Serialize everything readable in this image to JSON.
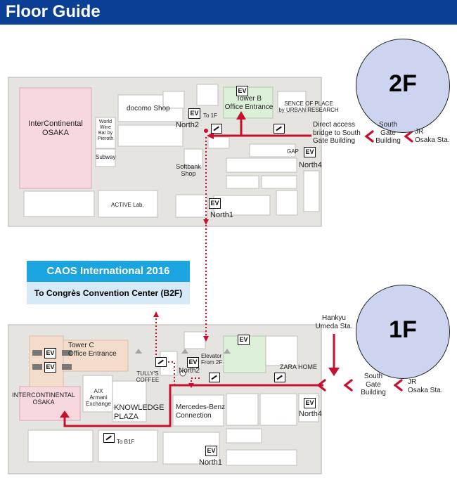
{
  "title": "Floor Guide",
  "floor_2f": "2F",
  "floor_1f": "1F",
  "ev": "EV",
  "banner": {
    "title": "CAOS International 2016",
    "subtitle": "To Congrès Convention Center (B2F)"
  },
  "labels_2f": {
    "intercontinental": "InterContinental\nOSAKA",
    "world_wine_bar": "World\nWine\nBar by\nPieroth",
    "subway": "Subway",
    "docomo": "docomo Shop",
    "softbank": "Softbank\nShop",
    "active_lab": "ACTIVE Lab.",
    "tower_b": "Tower B\nOffice Entrance",
    "to_1f": "To 1F",
    "north2": "North2",
    "north1": "North1",
    "north4": "North4",
    "gap": "GAP",
    "sence": "SENCE OF PLACE\nby URBAN RESEARCH",
    "direct_access": "Direct access\nbridge to South\nGate Building",
    "south_gate": "South\nGate\nBuilding",
    "jr": "JR\nOsaka Sta."
  },
  "labels_1f": {
    "tower_c": "Tower C\nOffice Entrance",
    "tullys": "TULLY'S\nCOFFEE",
    "elevator_from_2f": "Elevator\nFrom 2F",
    "north2": "North2",
    "north4": "North4",
    "north1": "North1",
    "zara_home": "ZARA HOME",
    "hankyu": "Hankyu\nUmeda Sta.",
    "south_gate": "South\nGate\nBuilding",
    "jr": "JR\nOsaka Sta.",
    "intercontinental": "INTERCONTINENTAL\nOSAKA",
    "ax": "A/X\nArmani\nExchange",
    "knowledge_plaza": "KNOWLEDGE\nPLAZA",
    "mercedes": "Mercedes-Benz\nConnection",
    "to_b1f": "To B1F"
  },
  "colors": {
    "header": "#0b3f96",
    "route": "#c8102e",
    "floor_circle": "#ccd4ef",
    "hotel": "#f6d8de",
    "office": "#dcefd8",
    "banner": "#1aa5e0"
  }
}
